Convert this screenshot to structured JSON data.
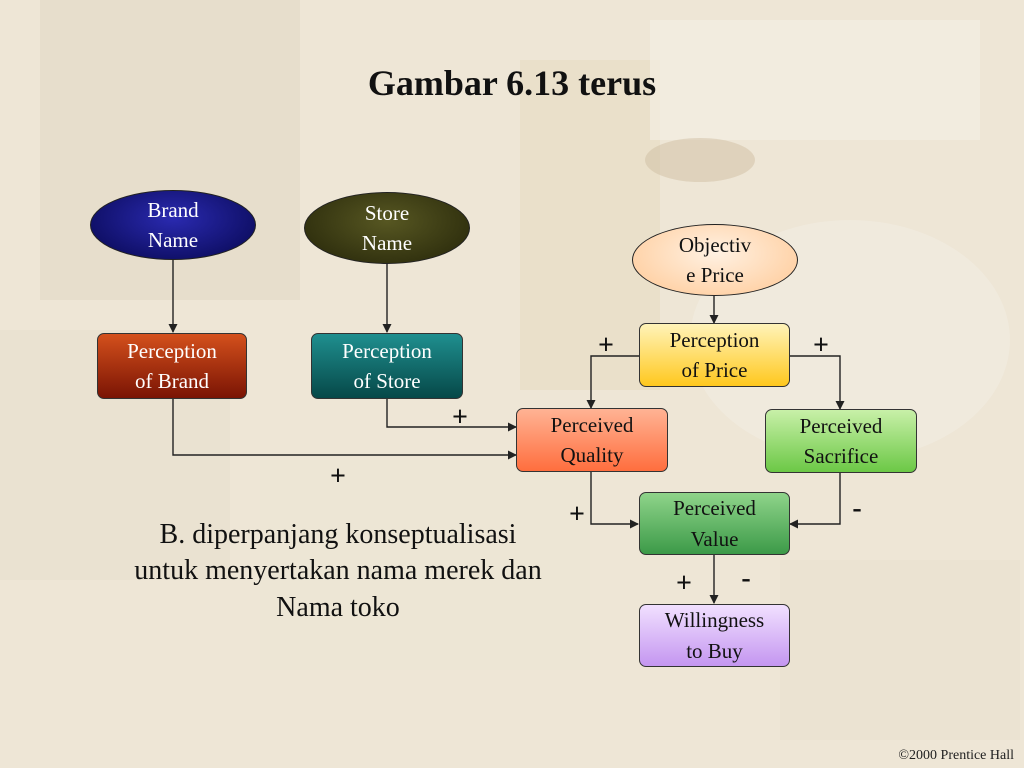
{
  "slide": {
    "title": "Gambar 6.13 terus",
    "caption": "B. diperpanjang konseptualisasi\nuntuk menyertakan nama merek dan\nNama toko",
    "footer": "©2000 Prentice Hall"
  },
  "nodes": {
    "brand_name": "Brand\nName",
    "store_name": "Store\nName",
    "objective_price": "Objectiv\ne Price",
    "perception_of_brand": "Perception\nof Brand",
    "perception_of_store": "Perception\nof Store",
    "perception_of_price": "Perception\nof Price",
    "perceived_quality": "Perceived\nQuality",
    "perceived_sacrifice": "Perceived\nSacrifice",
    "perceived_value": "Perceived\nValue",
    "willingness_to_buy": "Willingness\nto Buy"
  },
  "signs": {
    "price_to_quality": "+",
    "price_to_sacrifice": "+",
    "store_to_quality": "+",
    "brand_to_quality": "+",
    "quality_to_value": "+",
    "sacrifice_to_value": "-",
    "value_to_willingness_plus": "+",
    "value_to_willingness_minus": "-"
  },
  "colors": {
    "brand_name": "#0a0a7a",
    "store_name": "#3a3a10",
    "objective_price": "#ffd7b0",
    "perception_of_brand": "#b02810",
    "perception_of_store": "#0e6e6e",
    "perception_of_price": "#ffd34a",
    "perceived_quality": "#ff8a5e",
    "perceived_sacrifice": "#8fd86a",
    "perceived_value": "#5fb56a",
    "willingness_to_buy": "#d7b0f5"
  }
}
